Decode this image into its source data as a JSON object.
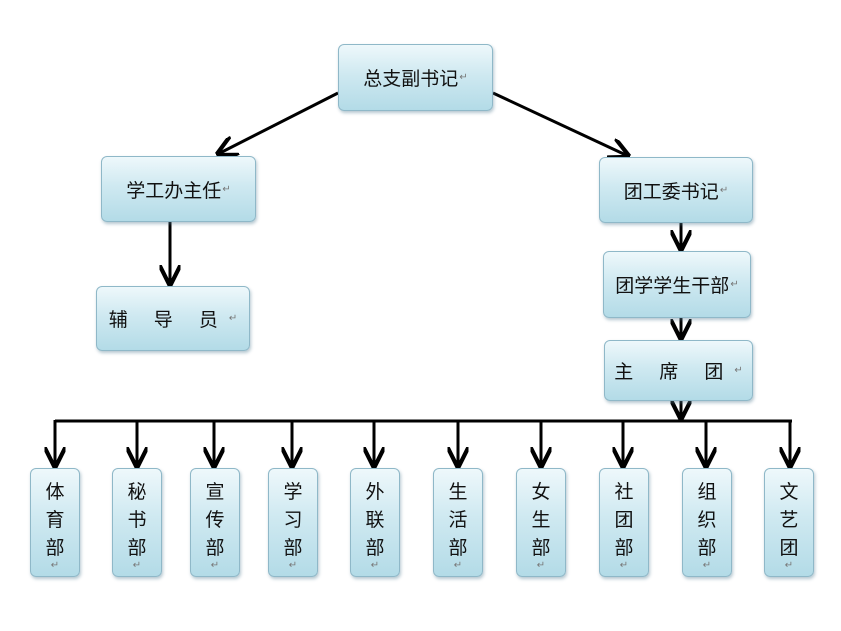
{
  "nodes": {
    "root": "总支副书记",
    "xuegong": "学工办主任",
    "tuanwei": "团工委书记",
    "fudao": "辅 导 员",
    "tuanxue": "团学学生干部",
    "zhuxi": "主 席 团"
  },
  "departments": [
    {
      "c1": "体",
      "c2": "育",
      "c3": "部"
    },
    {
      "c1": "秘",
      "c2": "书",
      "c3": "部"
    },
    {
      "c1": "宣",
      "c2": "传",
      "c3": "部"
    },
    {
      "c1": "学",
      "c2": "习",
      "c3": "部"
    },
    {
      "c1": "外",
      "c2": "联",
      "c3": "部"
    },
    {
      "c1": "生",
      "c2": "活",
      "c3": "部"
    },
    {
      "c1": "女",
      "c2": "生",
      "c3": "部"
    },
    {
      "c1": "社",
      "c2": "团",
      "c3": "部"
    },
    {
      "c1": "组",
      "c2": "织",
      "c3": "部"
    },
    {
      "c1": "文",
      "c2": "艺",
      "c3": "团"
    }
  ],
  "paragraph_mark": "↵"
}
